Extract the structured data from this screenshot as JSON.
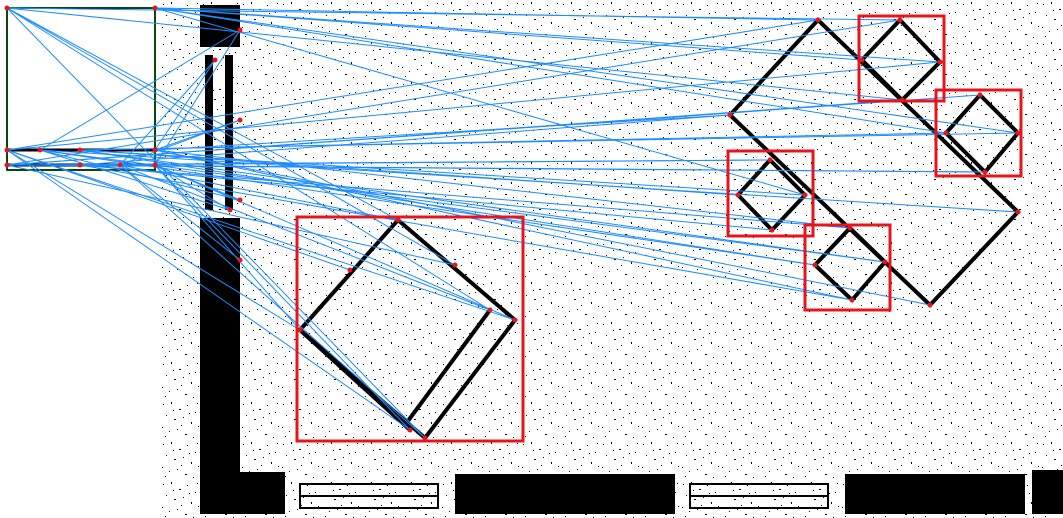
{
  "colors": {
    "background": "#ffffff",
    "floorplan_ink": "#000000",
    "match_line": "#1e8cff",
    "detection_box": "#e8141b",
    "keypoint": "#e8141b",
    "query_outline": "#1a8a1a"
  },
  "scene": {
    "query_template": {
      "name": "query-template",
      "shape": "square-room-symbol"
    },
    "detections": [
      {
        "name": "detection-large",
        "symbol": "rotated-square-room"
      },
      {
        "name": "detection-top-right",
        "symbol": "rotated-square-room"
      },
      {
        "name": "detection-right",
        "symbol": "rotated-square-room"
      },
      {
        "name": "detection-middle",
        "symbol": "rotated-square-room"
      },
      {
        "name": "detection-lower-middle",
        "symbol": "rotated-square-room"
      }
    ],
    "match_lines_count": 60
  }
}
